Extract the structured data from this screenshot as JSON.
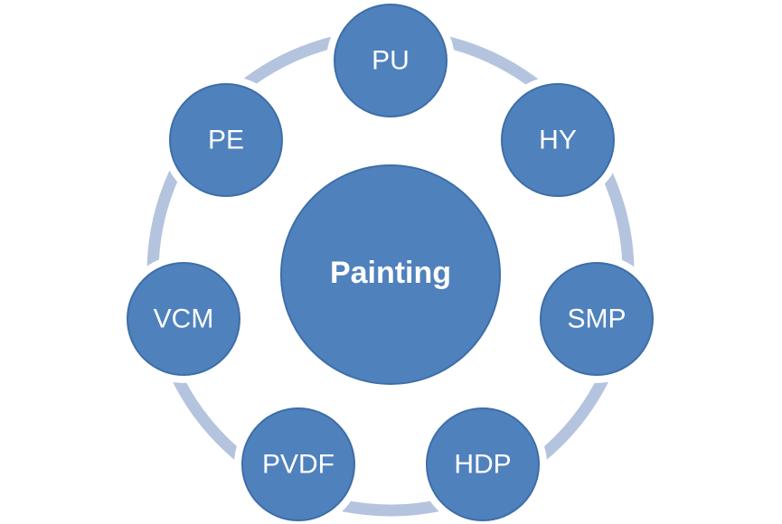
{
  "colors": {
    "node_fill": "#4f81bd",
    "node_stroke": "#3d6ea8",
    "ring": "#b4c4de",
    "label": "#ffffff"
  },
  "center": {
    "label": "Painting"
  },
  "nodes": [
    {
      "id": "pu",
      "label": "PU"
    },
    {
      "id": "hy",
      "label": "HY"
    },
    {
      "id": "smp",
      "label": "SMP"
    },
    {
      "id": "hdp",
      "label": "HDP"
    },
    {
      "id": "pvdf",
      "label": "PVDF"
    },
    {
      "id": "vcm",
      "label": "VCM"
    },
    {
      "id": "pe",
      "label": "PE"
    }
  ]
}
